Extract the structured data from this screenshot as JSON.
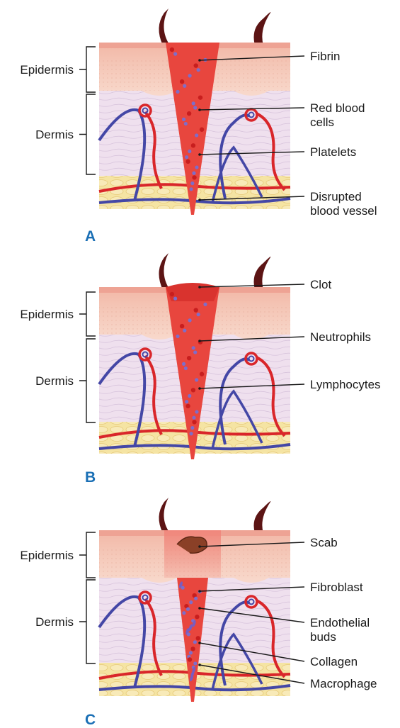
{
  "panels": [
    {
      "letter": "A",
      "side_labels": [
        "Epidermis",
        "Dermis"
      ],
      "callouts": [
        "Fibrin",
        [
          "Red blood",
          "cells"
        ],
        "Platelets",
        [
          "Disrupted",
          "blood vessel"
        ]
      ],
      "stage": "open",
      "scab": false
    },
    {
      "letter": "B",
      "side_labels": [
        "Epidermis",
        "Dermis"
      ],
      "callouts": [
        "Clot",
        "Neutrophils",
        "Lymphocytes"
      ],
      "stage": "clot",
      "scab": false
    },
    {
      "letter": "C",
      "side_labels": [
        "Epidermis",
        "Dermis"
      ],
      "callouts": [
        "Scab",
        "Fibroblast",
        [
          "Endothelial",
          "buds"
        ],
        "Collagen",
        "Macrophage"
      ],
      "stage": "healing",
      "scab": true
    }
  ],
  "colors": {
    "epidermis_top": "#f2b7a6",
    "epidermis_low": "#f7d3c6",
    "dermis": "#efe0ee",
    "fat": "#f5e4a3",
    "wound": "#e8463e",
    "artery": "#d9262a",
    "vein": "#4447a6",
    "hair": "#5c1414",
    "scab": "#8a4027",
    "panel_letter": "#1a6fb5"
  }
}
